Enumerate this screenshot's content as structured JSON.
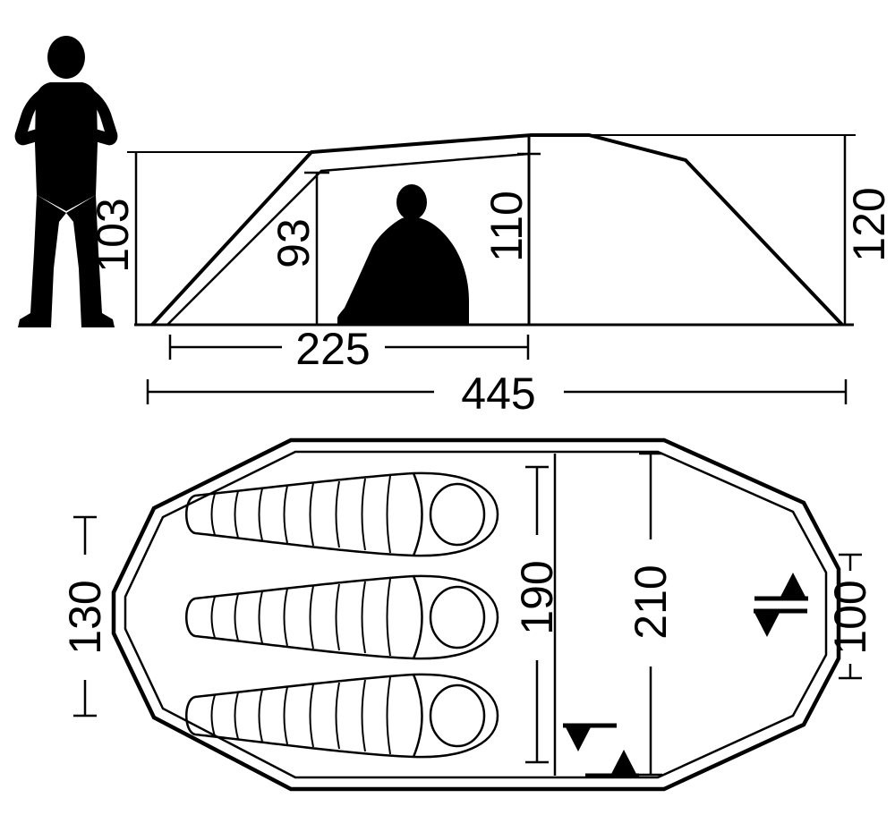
{
  "diagram": {
    "background_color": "#ffffff",
    "line_color": "#000000",
    "side_view": {
      "height_outer_front": "103",
      "height_inner_front": "93",
      "height_inner_max": "110",
      "height_outer_max": "120",
      "length_inner": "225",
      "length_total": "445"
    },
    "floor_plan": {
      "width_front": "130",
      "width_inner": "190",
      "width_max": "210",
      "vestibule_depth": "100",
      "sleeping_bag_count": 3
    }
  }
}
